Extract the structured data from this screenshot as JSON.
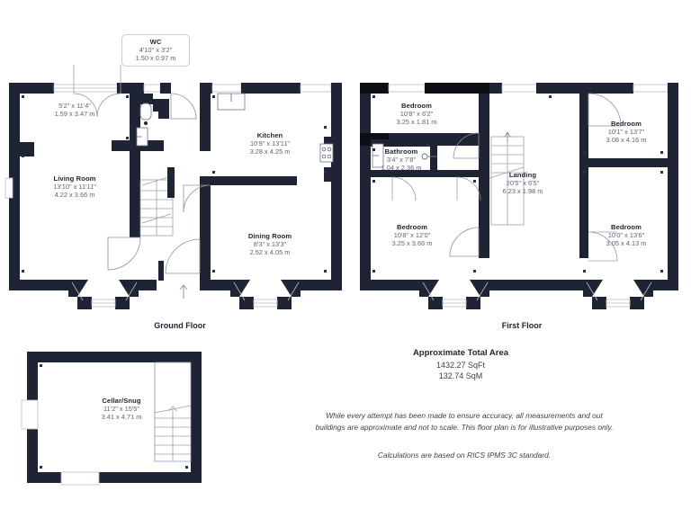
{
  "floors": [
    {
      "id": "ground",
      "label": "Ground Floor",
      "rooms": [
        {
          "name": "",
          "imperial": "5'2\" x 11'4\"",
          "metric": "1.59 x 3.47 m"
        },
        {
          "name": "Living Room",
          "imperial": "13'10\" x 11'11\"",
          "metric": "4.22 x 3.66 m"
        },
        {
          "name": "Kitchen",
          "imperial": "10'9\" x 13'11\"",
          "metric": "3.28 x 4.25 m"
        },
        {
          "name": "Dining Room",
          "imperial": "8'3\" x 13'3\"",
          "metric": "2.52 x 4.05 m"
        }
      ],
      "callout": {
        "name": "WC",
        "imperial": "4'10\" x 3'2\"",
        "metric": "1.50 x 0.97 m"
      }
    },
    {
      "id": "first",
      "label": "First Floor",
      "rooms": [
        {
          "name": "Bedroom",
          "imperial": "10'8\" x 6'2\"",
          "metric": "3.25 x  1.81 m"
        },
        {
          "name": "Bathroom",
          "imperial": "3'4\" x 7'8\"",
          "metric": "1.04 x 2.36 m"
        },
        {
          "name": "Landing",
          "imperial": "20'5\" x 6'5\"",
          "metric": "6.23 x 1.98 m"
        },
        {
          "name": "Bedroom",
          "imperial": "10'1\" x 13'7\"",
          "metric": "3.08 x 4.16 m"
        },
        {
          "name": "Bedroom",
          "imperial": "10'8\" x 12'0\"",
          "metric": "3.25 x 3.66 m"
        },
        {
          "name": "Bedroom",
          "imperial": "10'0\" x 13'6\"",
          "metric": "3.05 x 4.13 m"
        }
      ]
    },
    {
      "id": "cellar",
      "label": "",
      "rooms": [
        {
          "name": "Cellar/Snug",
          "imperial": "11'2\" x 15'5\"",
          "metric": "3.41 x 4.71 m"
        }
      ]
    }
  ],
  "area": {
    "title": "Approximate Total Area",
    "sqft": "1432.27 SqFt",
    "sqm": "132.74 SqM"
  },
  "disclaimer": {
    "line1": "While every attempt has been made to ensure accuracy, all measurements and out",
    "line2": "buildings are approximate and not to scale. This floor plan is for illustrative purposes only.",
    "rics": "Calculations are based on RICS IPMS 3C standard."
  },
  "colors": {
    "wall": "#1e2433",
    "wall_black": "#0d0f14",
    "text": "#1e2433",
    "dim_text": "#5d6472",
    "background": "#ffffff"
  },
  "icons": {
    "north_arrow": "north-arrow-icon",
    "hob": "kitchen-hob-icon",
    "wc_pan": "wc-toilet-icon",
    "stairs": "staircase-icon",
    "sink": "sink-icon"
  }
}
